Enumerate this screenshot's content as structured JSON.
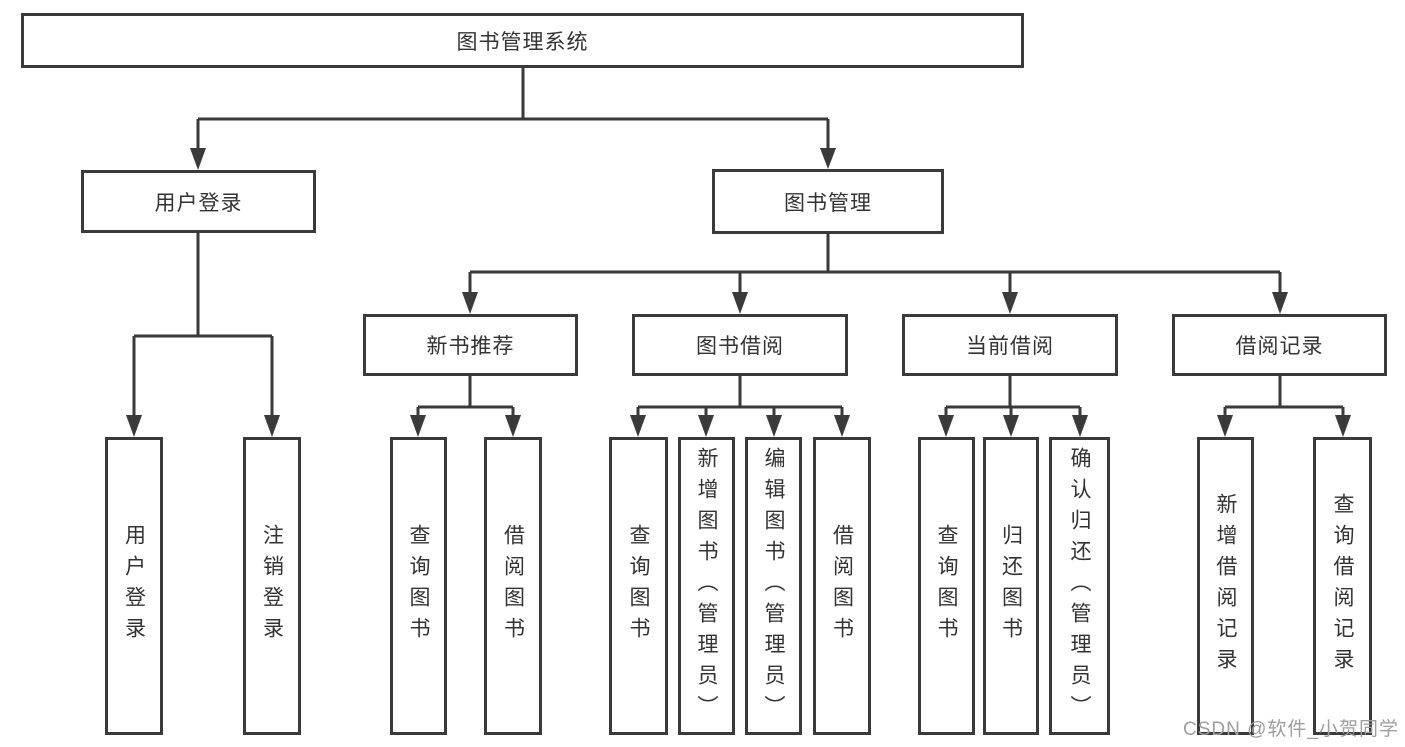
{
  "diagram_title": "图书管理系统",
  "tree": {
    "label": "图书管理系统",
    "children": [
      {
        "label": "用户登录",
        "children": [
          {
            "label": "用户登录"
          },
          {
            "label": "注销登录"
          }
        ]
      },
      {
        "label": "图书管理",
        "children": [
          {
            "label": "新书推荐",
            "children": [
              {
                "label": "查询图书"
              },
              {
                "label": "借阅图书"
              }
            ]
          },
          {
            "label": "图书借阅",
            "children": [
              {
                "label": "查询图书"
              },
              {
                "label": "新增图书（管理员）"
              },
              {
                "label": "编辑图书（管理员）"
              },
              {
                "label": "借阅图书"
              }
            ]
          },
          {
            "label": "当前借阅",
            "children": [
              {
                "label": "查询图书"
              },
              {
                "label": "归还图书"
              },
              {
                "label": "确认归还（管理员）"
              }
            ]
          },
          {
            "label": "借阅记录",
            "children": [
              {
                "label": "新增借阅记录"
              },
              {
                "label": "查询借阅记录"
              }
            ]
          }
        ]
      }
    ]
  },
  "watermark": {
    "text": "CSDN @软件_小贺同学"
  },
  "colors": {
    "line": "#3a3a3a",
    "text": "#333333",
    "watermark": "#9e9e9e",
    "background": "#ffffff"
  }
}
